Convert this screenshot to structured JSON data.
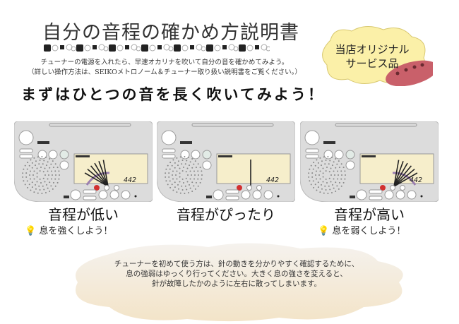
{
  "title": "自分の音程の確かめ方説明書",
  "intro": [
    "チューナーの電源を入れたら、早速オカリナを吹いて自分の音を確かめてみよう。",
    "（詳しい操作方法は、SEIKOメトロノーム＆チューナー取り扱い説明書をご覧ください。）"
  ],
  "badge": [
    "当店オリジナル",
    "サービス品"
  ],
  "heading": "まずはひとつの音を長く吹いてみよう！",
  "tuners": [
    {
      "label": "音程が低い",
      "hint": "息を強くしよう！",
      "needle": "low",
      "display": "442"
    },
    {
      "label": "音程がぴったり",
      "hint": "",
      "needle": "center",
      "display": "442"
    },
    {
      "label": "音程が高い",
      "hint": "息を弱くしよう！",
      "needle": "high",
      "display": "442"
    }
  ],
  "note": [
    "チューナーを初めて使う方は、針の動きを分かりやすく確認するために、",
    "息の強弱はゆっくり行ってください。大きく息の強さを変えると、",
    "針が故障したかのように左右に散ってしまいます。"
  ],
  "colors": {
    "badge": "#fbf0a8",
    "tuner": "#dcdcdc",
    "display": "#f6eecb",
    "cloud": "#efe6d4",
    "arc": "#9b7fb0",
    "led": "#d23030"
  }
}
